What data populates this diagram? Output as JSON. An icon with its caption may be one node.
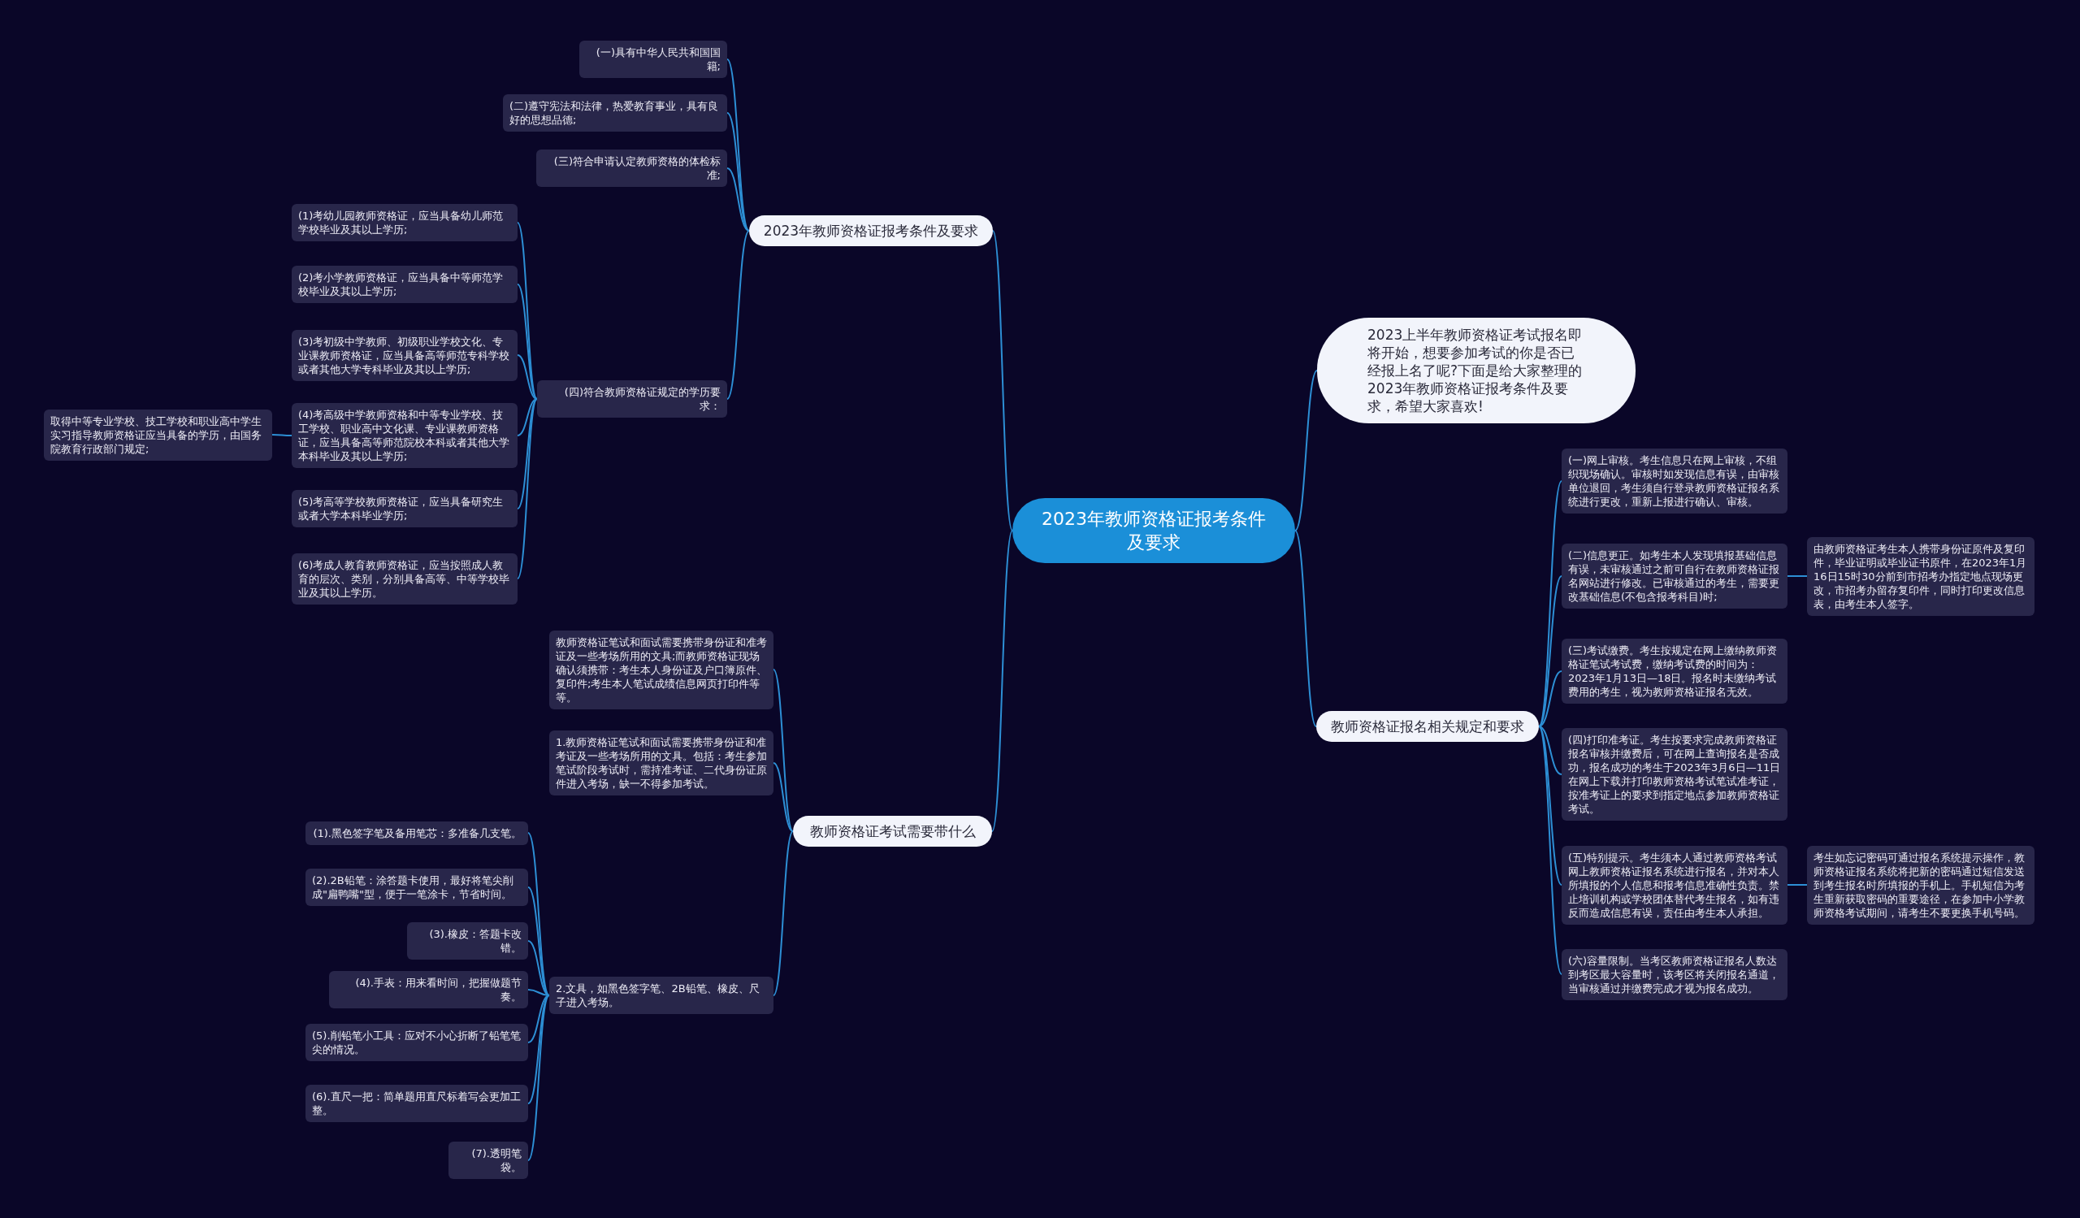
{
  "diagram": {
    "nodes": [
      {
        "text": [
          "2023年教师资格证报考条件及要求"
        ]
      },
      {
        "text": [
          "2023年教师资格证报考条件及要求"
        ]
      },
      {
        "text": [
          "(一)具有中华人民共和国国籍;"
        ]
      },
      {
        "text": [
          "(二)遵守宪法和法律，热爱教育事业，具有良好的思想品德;"
        ]
      },
      {
        "text": [
          "(三)符合申请认定教师资格的体检标准;"
        ]
      },
      {
        "text": [
          "(四)符合教师资格证规定的学历要求："
        ]
      },
      {
        "text": [
          "(1)考幼儿园教师资格证，应当具备幼儿师范学校毕业及其以上学历;"
        ]
      },
      {
        "text": [
          "(2)考小学教师资格证，应当具备中等师范学校毕业及其以上学历;"
        ]
      },
      {
        "text": [
          "(3)考初级中学教师、初级职业学校文化、专业课教师资格证，应当具备高等师范专科学校或者其他大学专科毕业及其以上学历;"
        ]
      },
      {
        "text": [
          "(4)考高级中学教师资格和中等专业学校、技工学校、职业高中文化课、专业课教师资格证，应当具备高等师范院校本科或者其他大学本科毕业及其以上学历;"
        ]
      },
      {
        "text": [
          "取得中等专业学校、技工学校和职业高中学生实习指导教师资格证应当具备的学历，由国务院教育行政部门规定;"
        ]
      },
      {
        "text": [
          "(5)考高等学校教师资格证，应当具备研究生或者大学本科毕业学历;"
        ]
      },
      {
        "text": [
          "(6)考成人教育教师资格证，应当按照成人教育的层次、类别，分别具备高等、中等学校毕业及其以上学历。"
        ]
      },
      {
        "text": [
          "2023上半年教师资格证考试报名即将开始，想要参加考试的你是否已经报上名了呢?下面是给大家整理的2023年教师资格证报考条件及要求，希望大家喜欢!"
        ]
      },
      {
        "text": [
          "教师资格证报名相关规定和要求"
        ]
      },
      {
        "text": [
          "(一)网上审核。考生信息只在网上审核，不组织现场确认。审核时如发现信息有误，由审核单位退回，考生须自行登录教师资格证报名系统进行更改，重新上报进行确认、审核。"
        ]
      },
      {
        "text": [
          "(二)信息更正。如考生本人发现填报基础信息有误，未审核通过之前可自行在教师资格证报名网站进行修改。已审核通过的考生，需要更改基础信息(不包含报考科目)时;"
        ]
      },
      {
        "text": [
          "由教师资格证考生本人携带身份证原件及复印件，毕业证明或毕业证书原件，在2023年1月16日15时30分前到市招考办指定地点现场更改，市招考办留存复印件，同时打印更改信息表，由考生本人签字。"
        ]
      },
      {
        "text": [
          "(三)考试缴费。考生按规定在网上缴纳教师资格证笔试考试费，缴纳考试费的时间为：2023年1月13日—18日。报名时未缴纳考试费用的考生，视为教师资格证报名无效。"
        ]
      },
      {
        "text": [
          "(四)打印准考证。考生按要求完成教师资格证报名审核并缴费后，可在网上查询报名是否成功，报名成功的考生于2023年3月6日—11日在网上下载并打印教师资格考试笔试准考证，按准考证上的要求到指定地点参加教师资格证考试。"
        ]
      },
      {
        "text": [
          "(五)特别提示。考生须本人通过教师资格考试网上教师资格证报名系统进行报名，并对本人所填报的个人信息和报考信息准确性负责。禁止培训机构或学校团体替代考生报名，如有违反而造成信息有误，责任由考生本人承担。"
        ]
      },
      {
        "text": [
          "考生如忘记密码可通过报名系统提示操作，教师资格证报名系统将把新的密码通过短信发送到考生报名时所填报的手机上。手机短信为考生重新获取密码的重要途径，在参加中小学教师资格考试期间，请考生不要更换手机号码。"
        ]
      },
      {
        "text": [
          "(六)容量限制。当考区教师资格证报名人数达到考区最大容量时，该考区将关闭报名通道，当审核通过并缴费完成才视为报名成功。"
        ]
      },
      {
        "text": [
          "教师资格证考试需要带什么"
        ]
      },
      {
        "text": [
          "教师资格证笔试和面试需要携带身份证和准考证及一些考场所用的文具;而教师资格证现场确认须携带：考生本人身份证及户口簿原件、复印件;考生本人笔试成绩信息网页打印件等等。"
        ]
      },
      {
        "text": [
          "1.教师资格证笔试和面试需要携带身份证和准考证及一些考场所用的文具。包括：考生参加笔试阶段考试时，需持准考证、二代身份证原件进入考场，缺一不得参加考试。"
        ]
      },
      {
        "text": [
          "2.文具，如黑色签字笔、2B铅笔、橡皮、尺子进入考场。"
        ]
      },
      {
        "text": [
          "(1).黑色签字笔及备用笔芯：多准备几支笔。"
        ]
      },
      {
        "text": [
          "(2).2B铅笔：涂答题卡使用，最好将笔尖削成\"扁鸭嘴\"型，便于一笔涂卡，节省时间。"
        ]
      },
      {
        "text": [
          "(3).橡皮：答题卡改错。"
        ]
      },
      {
        "text": [
          "(4).手表：用来看时间，把握做题节奏。"
        ]
      },
      {
        "text": [
          "(5).削铅笔小工具：应对不小心折断了铅笔笔尖的情况。"
        ]
      },
      {
        "text": [
          "(6).直尺一把：简单题用直尺标着写会更加工整。"
        ]
      },
      {
        "text": [
          "(7).透明笔袋。"
        ]
      }
    ],
    "edges": [
      {
        "from": 0,
        "to": 1,
        "arrow": "none"
      },
      {
        "from": 0,
        "to": 13,
        "arrow": "none"
      },
      {
        "from": 0,
        "to": 14,
        "arrow": "none"
      },
      {
        "from": 0,
        "to": 23,
        "arrow": "none"
      },
      {
        "from": 1,
        "to": 2,
        "arrow": "none"
      },
      {
        "from": 1,
        "to": 3,
        "arrow": "none"
      },
      {
        "from": 1,
        "to": 4,
        "arrow": "none"
      },
      {
        "from": 1,
        "to": 5,
        "arrow": "none"
      },
      {
        "from": 5,
        "to": 6,
        "arrow": "none"
      },
      {
        "from": 5,
        "to": 7,
        "arrow": "none"
      },
      {
        "from": 5,
        "to": 8,
        "arrow": "none"
      },
      {
        "from": 5,
        "to": 9,
        "arrow": "none"
      },
      {
        "from": 9,
        "to": 10,
        "arrow": "none"
      },
      {
        "from": 5,
        "to": 11,
        "arrow": "none"
      },
      {
        "from": 5,
        "to": 12,
        "arrow": "none"
      },
      {
        "from": 14,
        "to": 15,
        "arrow": "none"
      },
      {
        "from": 14,
        "to": 16,
        "arrow": "none"
      },
      {
        "from": 16,
        "to": 17,
        "arrow": "none"
      },
      {
        "from": 14,
        "to": 18,
        "arrow": "none"
      },
      {
        "from": 14,
        "to": 19,
        "arrow": "none"
      },
      {
        "from": 14,
        "to": 20,
        "arrow": "none"
      },
      {
        "from": 20,
        "to": 21,
        "arrow": "none"
      },
      {
        "from": 14,
        "to": 22,
        "arrow": "none"
      },
      {
        "from": 23,
        "to": 24,
        "arrow": "none"
      },
      {
        "from": 23,
        "to": 25,
        "arrow": "none"
      },
      {
        "from": 23,
        "to": 26,
        "arrow": "none"
      },
      {
        "from": 26,
        "to": 27,
        "arrow": "none"
      },
      {
        "from": 26,
        "to": 28,
        "arrow": "none"
      },
      {
        "from": 26,
        "to": 29,
        "arrow": "none"
      },
      {
        "from": 26,
        "to": 30,
        "arrow": "none"
      },
      {
        "from": 26,
        "to": 31,
        "arrow": "none"
      },
      {
        "from": 26,
        "to": 32,
        "arrow": "none"
      },
      {
        "from": 26,
        "to": 33,
        "arrow": "none"
      }
    ]
  }
}
